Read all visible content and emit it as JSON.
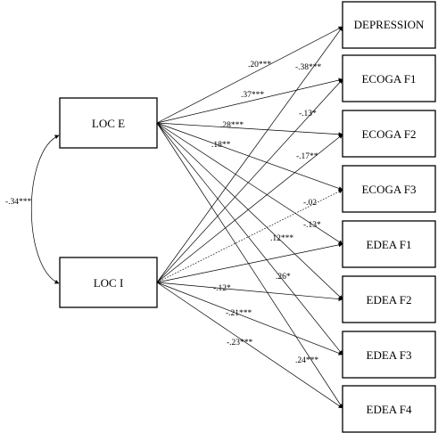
{
  "predictors": {
    "loc_e": "LOC E",
    "loc_i": "LOC I"
  },
  "outcomes": {
    "depression": "DEPRESSION",
    "ecoga_f1": "ECOGA F1",
    "ecoga_f2": "ECOGA F2",
    "ecoga_f3": "ECOGA F3",
    "edea_f1": "EDEA F1",
    "edea_f2": "EDEA F2",
    "edea_f3": "EDEA F3",
    "edea_f4": "EDEA F4"
  },
  "correlation": {
    "from": "loc_e",
    "to": "loc_i",
    "label": "-.34***"
  },
  "paths": [
    {
      "from": "loc_e",
      "to": "depression",
      "label": ".20***"
    },
    {
      "from": "loc_e",
      "to": "ecoga_f1",
      "label": ".37***"
    },
    {
      "from": "loc_e",
      "to": "ecoga_f2",
      "label": ".28***"
    },
    {
      "from": "loc_e",
      "to": "ecoga_f3",
      "label": ".18**"
    },
    {
      "from": "loc_e",
      "to": "edea_f1",
      "label": ".12***"
    },
    {
      "from": "loc_e",
      "to": "edea_f2",
      "label": ".26*"
    },
    {
      "from": "loc_e",
      "to": "edea_f3",
      "label": ".24***"
    },
    {
      "from": "loc_e",
      "to": "edea_f4",
      "label": ""
    },
    {
      "from": "loc_i",
      "to": "depression",
      "label": "-.38***"
    },
    {
      "from": "loc_i",
      "to": "ecoga_f1",
      "label": "-.13*"
    },
    {
      "from": "loc_i",
      "to": "ecoga_f2",
      "label": "-.17**"
    },
    {
      "from": "loc_i",
      "to": "ecoga_f3",
      "label": "-.02",
      "style": "dotted"
    },
    {
      "from": "loc_i",
      "to": "edea_f1",
      "label": "-.13*"
    },
    {
      "from": "loc_i",
      "to": "edea_f2",
      "label": "-.12*"
    },
    {
      "from": "loc_i",
      "to": "edea_f3",
      "label": "-.21***"
    },
    {
      "from": "loc_i",
      "to": "edea_f4",
      "label": "-.23***"
    }
  ]
}
